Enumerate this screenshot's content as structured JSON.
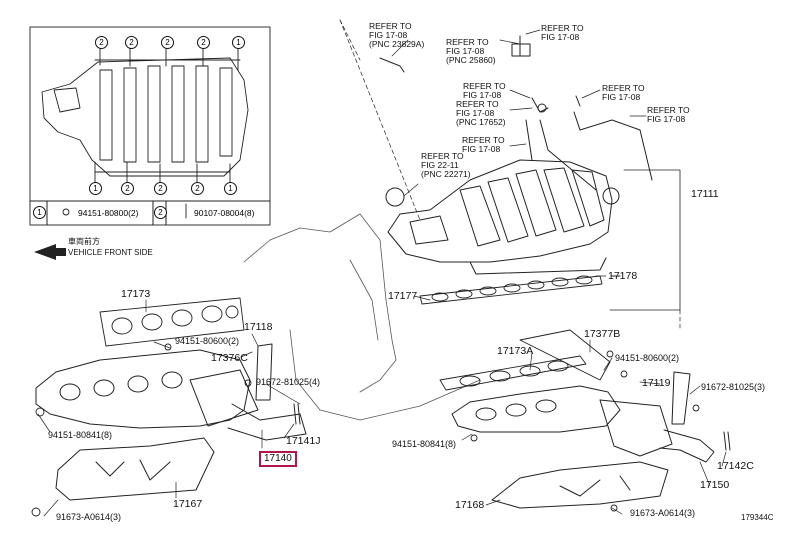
{
  "callouts": {
    "intake_assy": "17111",
    "gasket_upper": "17177",
    "gasket_upper_r": "17178",
    "gasket_exh_l": "17173",
    "gasket_exh_r": "17173A",
    "heat_ins": "17377B",
    "bracket_l": "17118",
    "stay_l": "17376C",
    "stud_l": "17141J",
    "conv_l": "17140",
    "insulator_l": "17167",
    "bracket_r": "17119",
    "stud_r": "17142C",
    "conv_r": "17150",
    "insulator_r": "17168",
    "bolt_a": "94151-80600(2)",
    "bolt_a2": "94151-80600(2)",
    "nut_l": "91672-81025(4)",
    "nut_r": "91672-81025(3)",
    "bolt_b_l": "94151-80841(8)",
    "bolt_b_r": "94151-80841(8)",
    "bolt_c_l": "91673-A0614(3)",
    "bolt_c_r": "91673-A0614(3)",
    "figure_id": "179344C"
  },
  "refs": [
    {
      "text": "REFER TO\nFIG 17-08\n(PNC 23829A)"
    },
    {
      "text": "REFER TO\nFIG 17-08\n(PNC 25860)"
    },
    {
      "text": "REFER TO\nFIG 17-08"
    },
    {
      "text": "REFER TO\nFIG 17-08"
    },
    {
      "text": "REFER TO\nFIG 17-08"
    },
    {
      "text": "REFER TO\nFIG 17-08"
    },
    {
      "text": "REFER TO\nFIG 17-08\n(PNC 17652)"
    },
    {
      "text": "REFER TO\nFIG 17-08"
    },
    {
      "text": "REFER TO\nFIG 22-11\n(PNC 22271)"
    }
  ],
  "direction": {
    "jp": "車両前方",
    "en": "VEHICLE FRONT SIDE"
  },
  "inset": {
    "legend1_num": "1",
    "legend1_part": "94151-80800(2)",
    "legend2_num": "2",
    "legend2_part": "90107-08004(8)",
    "marker_1": "1",
    "marker_2": "2"
  }
}
